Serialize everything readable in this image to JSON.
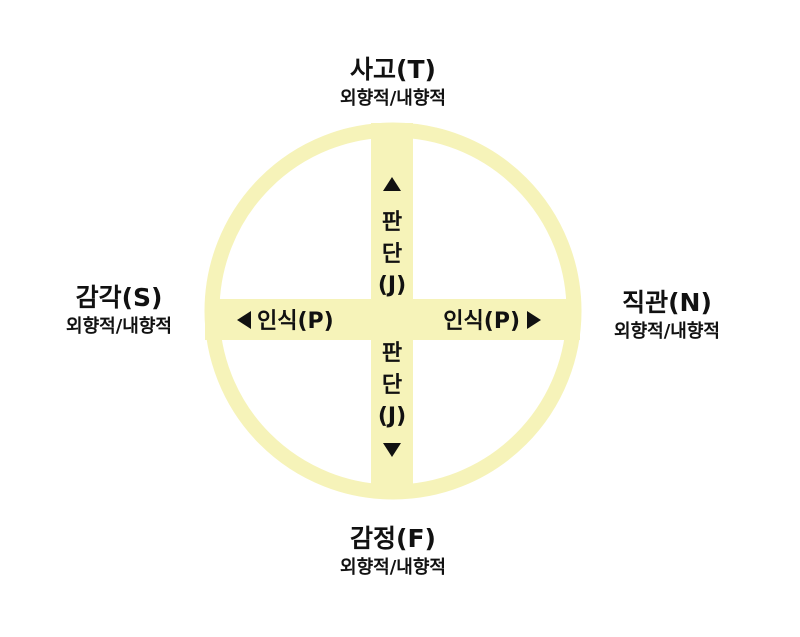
{
  "thinking": {
    "title": "사고(T)",
    "sub": "외향적/내향적"
  },
  "feeling": {
    "title": "감정(F)",
    "sub": "외향적/내향적"
  },
  "sensing": {
    "title": "감각(S)",
    "sub": "외향적/내향적"
  },
  "intuition": {
    "title": "직관(N)",
    "sub": "외향적/내향적"
  },
  "axis": {
    "judging_char1": "판",
    "judging_char2": "단",
    "judging_code": "(J)",
    "perceiving": "인식(P)"
  },
  "colors": {
    "wheel": "#f6f3b9",
    "text": "#111111",
    "background": "#ffffff"
  }
}
